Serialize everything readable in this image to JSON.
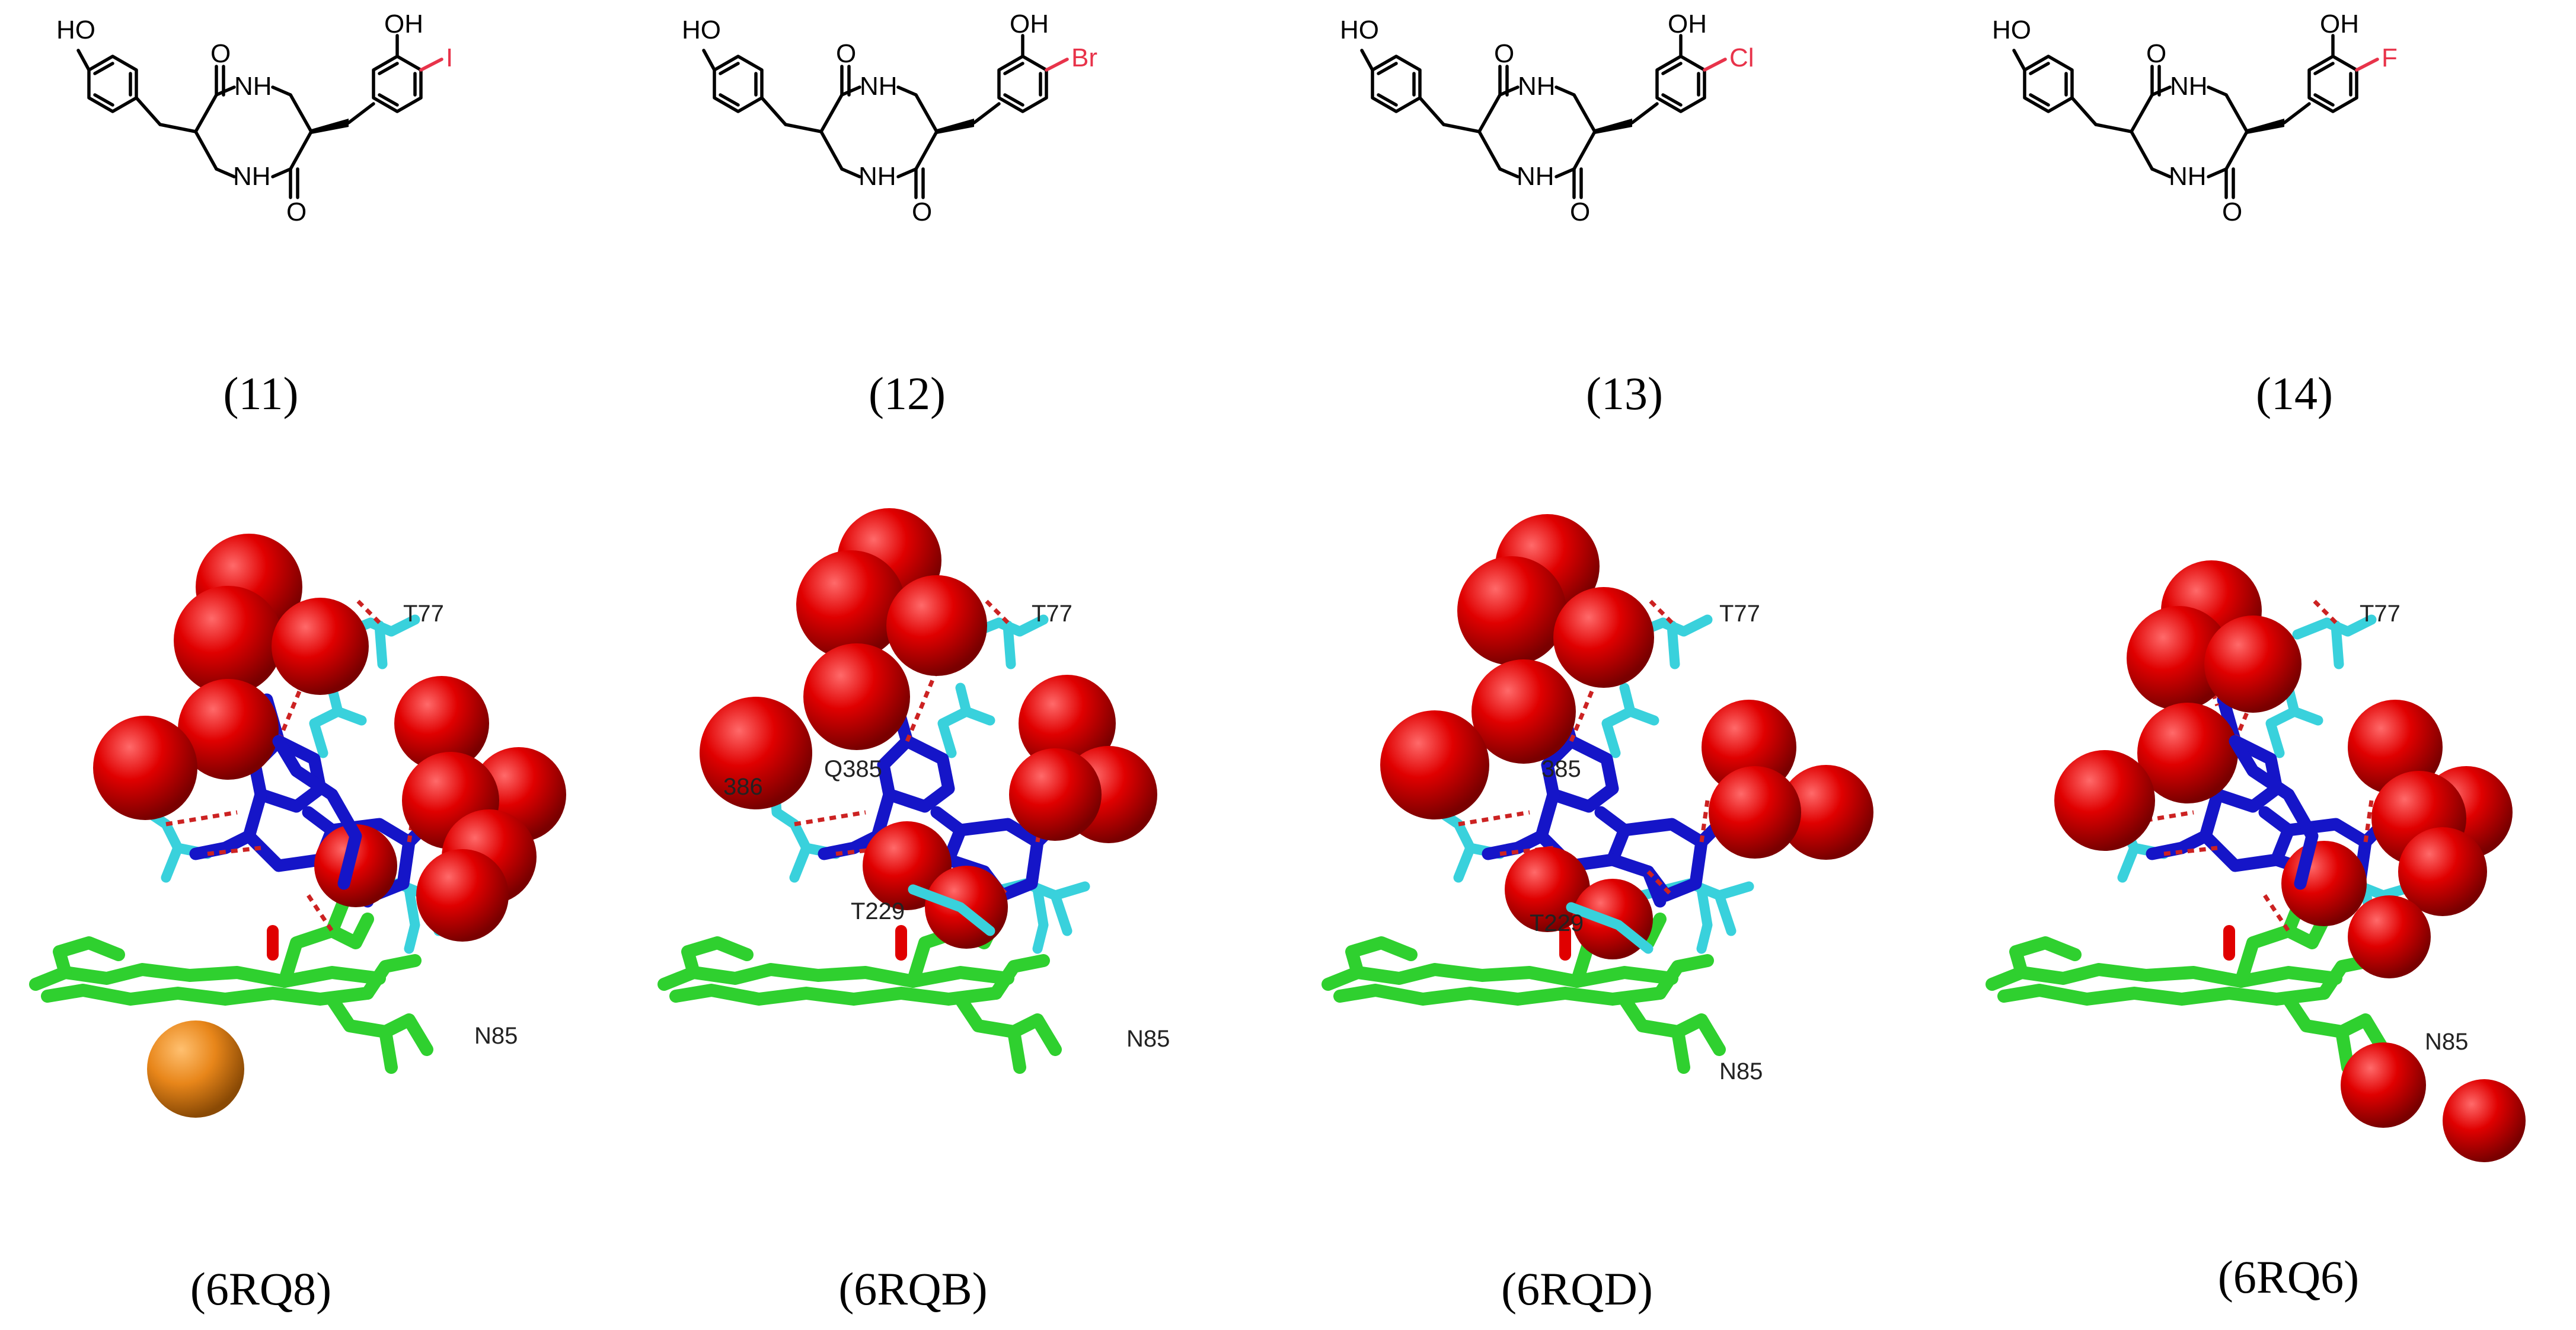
{
  "compounds": [
    {
      "label": "(11)",
      "halogen": "I"
    },
    {
      "label": "(12)",
      "halogen": "Br"
    },
    {
      "label": "(13)",
      "halogen": "Cl"
    },
    {
      "label": "(14)",
      "halogen": "F"
    }
  ],
  "atoms": {
    "oh": "OH",
    "ho": "HO",
    "nh": "NH",
    "o": "O"
  },
  "structures": [
    {
      "label": "(6RQ8)",
      "residues": [
        "T77",
        "N85"
      ]
    },
    {
      "label": "(6RQB)",
      "residues": [
        "T77",
        "Q385",
        "386",
        "T229",
        "N85"
      ]
    },
    {
      "label": "(6RQD)",
      "residues": [
        "T77",
        "385",
        "T229",
        "N85"
      ]
    },
    {
      "label": "(6RQ6)",
      "residues": [
        "T77",
        "N85"
      ]
    }
  ],
  "colors": {
    "halogen": "#e8334a",
    "water": "#d40000",
    "heme_iron": "#e8861a",
    "heme": "#2fd02f",
    "protein": "#39d1dc",
    "ligand": "#1515c8",
    "hbond": "#cc2222"
  }
}
